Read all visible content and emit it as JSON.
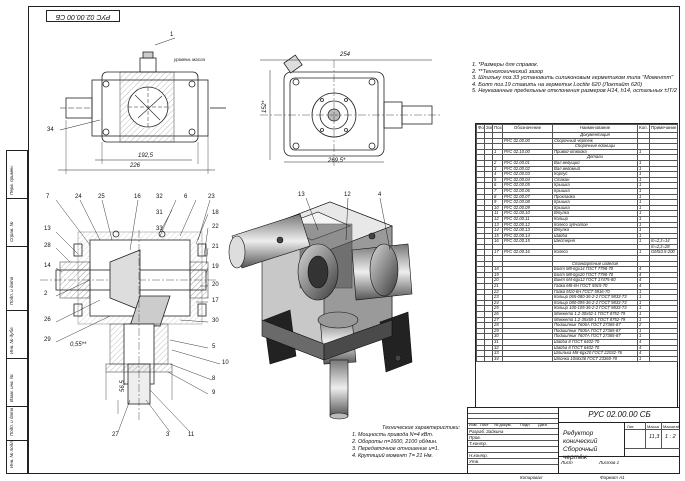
{
  "drawing_code": "РУС 02.00.00 СБ",
  "drawing_code_flipped": "РУС 02.00.00 СБ",
  "views": {
    "top_view": {
      "callout": "1",
      "plug_label": "уровень масла",
      "dims": [
        "192,5",
        "226"
      ],
      "callout_left": "34"
    },
    "side_view": {
      "dims": [
        "254",
        "269,5*",
        "152*"
      ]
    },
    "section_view": {
      "callouts_top": [
        "24",
        "25",
        "16",
        "32",
        "6",
        "23"
      ],
      "callouts_top2": [
        "31",
        "33"
      ],
      "callouts_left": [
        "7",
        "13",
        "28",
        "14",
        "2",
        "26",
        "29"
      ],
      "callouts_right": [
        "18",
        "22",
        "21",
        "19",
        "20",
        "17",
        "30",
        "5",
        "10",
        "8",
        "9"
      ],
      "callouts_bottom": [
        "27",
        "3",
        "11"
      ],
      "dims": [
        "0,55**",
        "56,5"
      ]
    },
    "iso_view": {
      "callouts": [
        "13",
        "12",
        "4"
      ]
    }
  },
  "notes": [
    "1. *Размеры для справок.",
    "2. **Технологический зазор",
    "3. Шпильку поз.33 установить силиконовым герметиком типа \"Моментт\"",
    "4. Болт поз.19 ставить на герметик Loctite 620 (Локтайт 620)",
    "5. Неуказанные предельные отклонения размеров Н14, h14, остальных ±IT/2"
  ],
  "spec_table": {
    "headers": [
      "Формат",
      "Зона",
      "Поз.",
      "Обозначение",
      "Наименование",
      "Кол.",
      "Примечание"
    ],
    "rows": [
      {
        "pos": "",
        "code": "",
        "name": "Документация",
        "qty": "",
        "note": "",
        "section": true
      },
      {
        "pos": "",
        "code": "РУС 02.00.00",
        "name": "Сборочный чертеж",
        "qty": "",
        "note": ""
      },
      {
        "pos": "",
        "code": "",
        "name": "Сборочные единицы",
        "qty": "",
        "note": "",
        "section": true
      },
      {
        "pos": "1",
        "code": "РУС 02.10.00",
        "name": "Привод-отводка",
        "qty": "1",
        "note": ""
      },
      {
        "pos": "",
        "code": "",
        "name": "Детали",
        "qty": "",
        "note": "",
        "section": true
      },
      {
        "pos": "2",
        "code": "РУС 02.00.01",
        "name": "Вал ведущий",
        "qty": "1",
        "note": ""
      },
      {
        "pos": "3",
        "code": "РУС 02.00.02",
        "name": "Вал ведомый",
        "qty": "1",
        "note": ""
      },
      {
        "pos": "4",
        "code": "РУС 02.00.03",
        "name": "Корпус",
        "qty": "1",
        "note": ""
      },
      {
        "pos": "5",
        "code": "РУС 02.00.04",
        "name": "Стакан",
        "qty": "1",
        "note": ""
      },
      {
        "pos": "6",
        "code": "РУС 02.00.05",
        "name": "Крышка",
        "qty": "1",
        "note": ""
      },
      {
        "pos": "7",
        "code": "РУС 02.00.06",
        "name": "Крышка",
        "qty": "1",
        "note": ""
      },
      {
        "pos": "8",
        "code": "РУС 02.00.07",
        "name": "Прокладка",
        "qty": "1",
        "note": ""
      },
      {
        "pos": "9",
        "code": "РУС 02.00.08",
        "name": "Крышка",
        "qty": "1",
        "note": ""
      },
      {
        "pos": "10",
        "code": "РУС 02.00.09",
        "name": "Крышка",
        "qty": "1",
        "note": ""
      },
      {
        "pos": "11",
        "code": "РУС 02.00.10",
        "name": "Втулка",
        "qty": "1",
        "note": ""
      },
      {
        "pos": "12",
        "code": "РУС 02.00.11",
        "name": "Кольцо",
        "qty": "1",
        "note": ""
      },
      {
        "pos": "13",
        "code": "РУС 02.00.12",
        "name": "Колесо зубчатое",
        "qty": "1",
        "note": ""
      },
      {
        "pos": "14",
        "code": "РУС 02.00.13",
        "name": "Втулка",
        "qty": "1",
        "note": ""
      },
      {
        "pos": "15",
        "code": "РУС 02.00.14",
        "name": "Шайба",
        "qty": "1",
        "note": ""
      },
      {
        "pos": "16",
        "code": "РУС 02.00.15",
        "name": "Шестерня",
        "qty": "1",
        "note": "m=2,z=14"
      },
      {
        "pos": "",
        "code": "",
        "name": "",
        "qty": "",
        "note": "m=2,z=28"
      },
      {
        "pos": "17",
        "code": "РУС 02.00.16",
        "name": "Колесо",
        "qty": "1",
        "note": "GMS3.5-200"
      },
      {
        "pos": "",
        "code": "",
        "name": "",
        "qty": "",
        "note": ""
      },
      {
        "pos": "",
        "code": "",
        "name": "Стандартные изделия",
        "qty": "",
        "note": "",
        "section": true
      },
      {
        "pos": "18",
        "code": "",
        "name": "Болт М8-6gx14 ГОСТ 7798-70",
        "qty": "4",
        "note": ""
      },
      {
        "pos": "19",
        "code": "",
        "name": "Болт М8-6gx20 ГОСТ 7798-70",
        "qty": "4",
        "note": ""
      },
      {
        "pos": "20",
        "code": "",
        "name": "Винт М4-6gx12 ГОСТ 17475-80",
        "qty": "4",
        "note": ""
      },
      {
        "pos": "21",
        "code": "",
        "name": "Гайка М8-6Н ГОСТ 5915-70",
        "qty": "4",
        "note": ""
      },
      {
        "pos": "22",
        "code": "",
        "name": "Гайка М10-6Н ГОСТ 5916-70",
        "qty": "1",
        "note": ""
      },
      {
        "pos": "23",
        "code": "",
        "name": "Кольцо 065-080-36-2-2 ГОСТ 9833-73",
        "qty": "1",
        "note": ""
      },
      {
        "pos": "24",
        "code": "",
        "name": "Кольцо 080-095-36-2-2 ГОСТ 9833-73",
        "qty": "1",
        "note": ""
      },
      {
        "pos": "25",
        "code": "",
        "name": "Кольцо 100-105-36-2-2 ГОСТ 9833-73",
        "qty": "1",
        "note": ""
      },
      {
        "pos": "26",
        "code": "",
        "name": "Манжета 1.2-30x52-1 ГОСТ 8752-79",
        "qty": "1",
        "note": ""
      },
      {
        "pos": "27",
        "code": "",
        "name": "Манжета 1.2-35x58-1 ГОСТ 8752-79",
        "qty": "1",
        "note": ""
      },
      {
        "pos": "28",
        "code": "",
        "name": "Подшипник 7606А ГОСТ 27365-87",
        "qty": "2",
        "note": ""
      },
      {
        "pos": "29",
        "code": "",
        "name": "Подшипник 7506А ГОСТ 27365-87",
        "qty": "1",
        "note": ""
      },
      {
        "pos": "30",
        "code": "",
        "name": "Подшипник 7607А ГОСТ 27365-87",
        "qty": "1",
        "note": ""
      },
      {
        "pos": "31",
        "code": "",
        "name": "Шайба 8 ГОСТ 6402-70",
        "qty": "4",
        "note": ""
      },
      {
        "pos": "32",
        "code": "",
        "name": "Шайба 8 ГОСТ 6402-70",
        "qty": "4",
        "note": ""
      },
      {
        "pos": "33",
        "code": "",
        "name": "Шпилька М8-6gx20 ГОСТ 22032-76",
        "qty": "4",
        "note": ""
      },
      {
        "pos": "34",
        "code": "",
        "name": "Шпонка 10х8х36 ГОСТ 23360-78",
        "qty": "1",
        "note": ""
      }
    ]
  },
  "tech_spec": {
    "title": "Технические характеристики:",
    "lines": [
      "1. Мощность привода N=4 кВт.",
      "2. Обороты n=1600, 2100 об/мин.",
      "3. Передаточное отношение u=1.",
      "4. Крутящий момент  T= 21 Нм."
    ]
  },
  "title_block": {
    "code": "РУС 02.00.00 СБ",
    "name_line1": "Редуктор конический",
    "name_line2": "Сборочный чертёж",
    "lit_label": "Лит.",
    "mass_label": "Масса",
    "scale_label": "Масштаб",
    "mass_value": "11,3",
    "scale_value": "1 : 2",
    "sheet_label": "Лист",
    "sheets_label": "Листов 1",
    "rows_labels": [
      "Изм.",
      "Лист",
      "№ докум.",
      "Подп.",
      "Дата"
    ],
    "role_labels": [
      "Разраб.",
      "Пров.",
      "Т.контр.",
      "",
      "Н.контр.",
      "Утв."
    ],
    "developer": "Зайкина",
    "copied": "Копировал",
    "format": "Формат А1"
  },
  "side_strip": {
    "labels": [
      "Перв. примен.",
      "Справ. №",
      "Подп. и дата",
      "Инв. № дубл.",
      "Взам. инв. №",
      "Подп. и дата",
      "Инв. № подл."
    ]
  }
}
